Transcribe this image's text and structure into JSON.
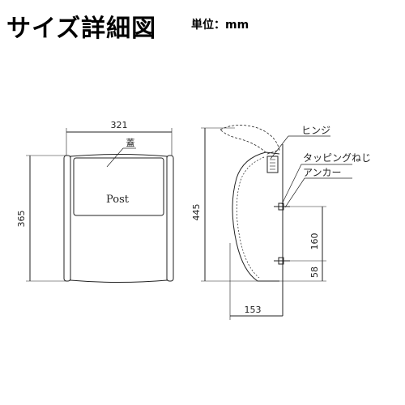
{
  "header": {
    "title": "サイズ詳細図",
    "unit": "単位：mm"
  },
  "front_view": {
    "width_dim": "321",
    "height_dim": "365",
    "lid_label": "蓋",
    "post_text": "Post"
  },
  "side_view": {
    "height_dim": "445",
    "depth_dim": "153",
    "anchor_spacing_dim": "160",
    "anchor_bottom_dim": "58",
    "callouts": {
      "hinge": "ヒンジ",
      "tapping_screw": "タッピングねじ",
      "anchor": "アンカー"
    }
  }
}
